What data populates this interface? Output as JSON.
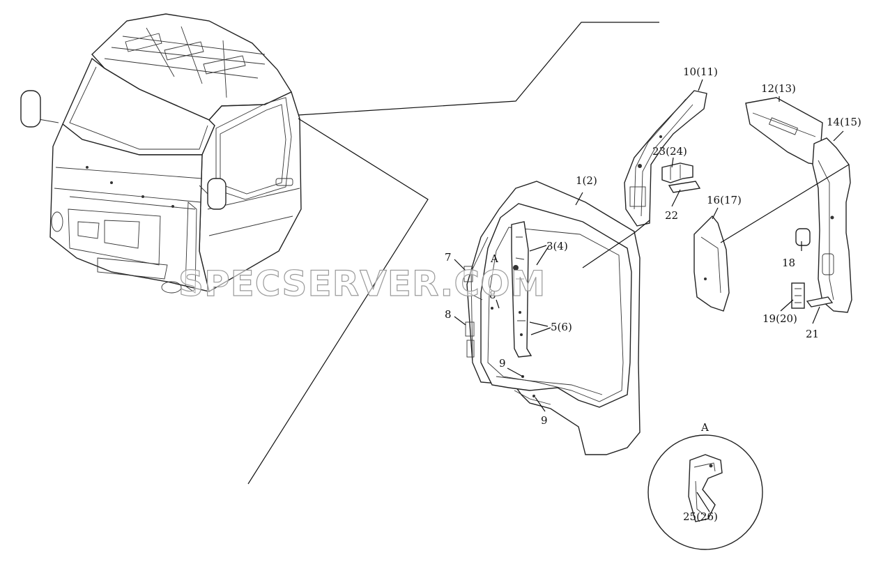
{
  "callouts": {
    "c1": "1(2)",
    "c3": "3(4)",
    "c5": "5(6)",
    "c7": "7",
    "c8a": "8",
    "c8b": "8",
    "c9a": "9",
    "c9b": "9",
    "c10": "10(11)",
    "c12": "12(13)",
    "c14": "14(15)",
    "c16": "16(17)",
    "c18": "18",
    "c19": "19(20)",
    "c21": "21",
    "c22": "22",
    "c23": "23(24)",
    "c25": "25(26)",
    "detail_a_marker": "A",
    "detail_a_title": "A"
  },
  "watermark": "SPECSERVER.COM"
}
